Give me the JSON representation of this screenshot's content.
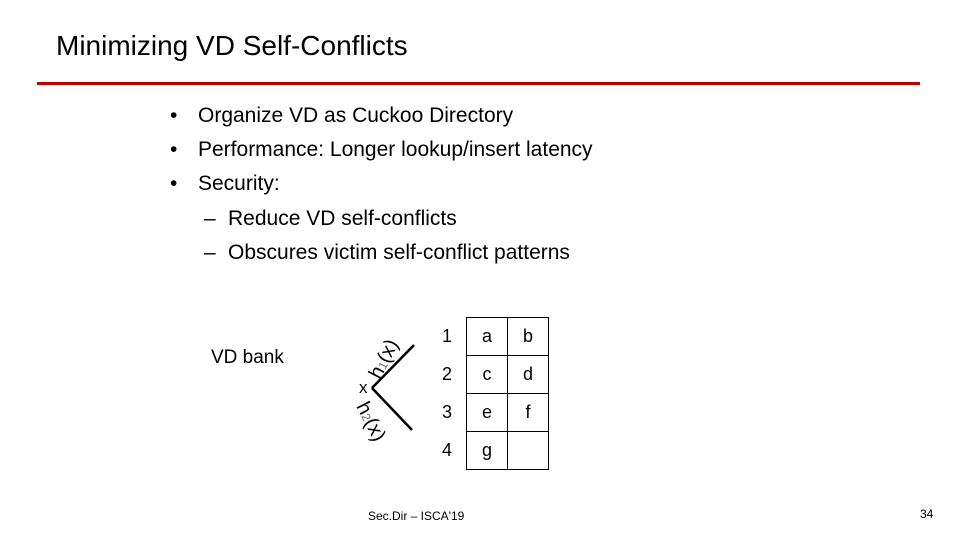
{
  "title": "Minimizing VD Self-Conflicts",
  "bullets": [
    {
      "mark": "•",
      "text": "Organize VD as Cuckoo Directory"
    },
    {
      "mark": "•",
      "text": "Performance: Longer lookup/insert latency"
    },
    {
      "mark": "•",
      "text": "Security:"
    },
    {
      "mark": "–",
      "text": "Reduce VD self-conflicts"
    },
    {
      "mark": "–",
      "text": "Obscures victim self-conflict patterns"
    }
  ],
  "diagram": {
    "bank_label": "VD bank",
    "input_label": "x",
    "hash1": {
      "h": "h",
      "sub": "1",
      "arg": "(x)"
    },
    "hash2": {
      "h": "h",
      "sub": "2",
      "arg": "(x)"
    },
    "rows": [
      {
        "num": "1",
        "a": "a",
        "b": "b"
      },
      {
        "num": "2",
        "a": "c",
        "b": "d"
      },
      {
        "num": "3",
        "a": "e",
        "b": "f"
      },
      {
        "num": "4",
        "a": "g",
        "b": ""
      }
    ]
  },
  "footer": "Sec.Dir – ISCA'19",
  "page_number": "34",
  "colors": {
    "accent_rule": "#c00000"
  }
}
